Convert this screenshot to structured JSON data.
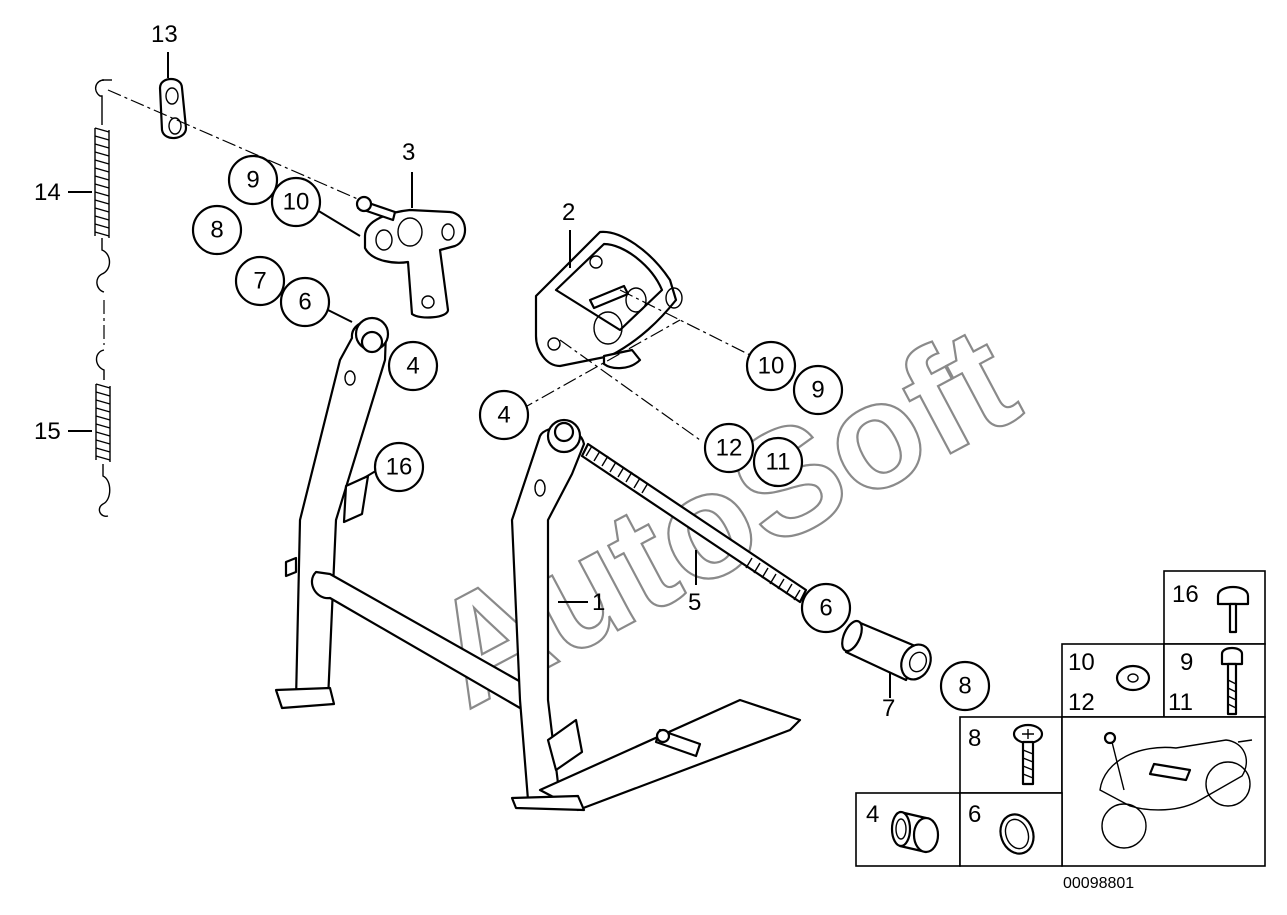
{
  "diagram": {
    "watermark": "AutoSoft",
    "catalog_number": "00098801",
    "labels": [
      {
        "id": "label-1",
        "text": "1"
      },
      {
        "id": "label-2",
        "text": "2"
      },
      {
        "id": "label-3",
        "text": "3"
      },
      {
        "id": "label-5",
        "text": "5"
      },
      {
        "id": "label-7",
        "text": "7"
      },
      {
        "id": "label-13",
        "text": "13"
      },
      {
        "id": "label-14",
        "text": "14"
      },
      {
        "id": "label-15",
        "text": "15"
      }
    ],
    "callouts": [
      {
        "id": "callout-9-top",
        "text": "9"
      },
      {
        "id": "callout-10-top",
        "text": "10"
      },
      {
        "id": "callout-8-left",
        "text": "8"
      },
      {
        "id": "callout-7-left",
        "text": "7"
      },
      {
        "id": "callout-6-left",
        "text": "6"
      },
      {
        "id": "callout-4-left",
        "text": "4"
      },
      {
        "id": "callout-16",
        "text": "16"
      },
      {
        "id": "callout-4-center",
        "text": "4"
      },
      {
        "id": "callout-10-right",
        "text": "10"
      },
      {
        "id": "callout-9-right",
        "text": "9"
      },
      {
        "id": "callout-12",
        "text": "12"
      },
      {
        "id": "callout-11",
        "text": "11"
      },
      {
        "id": "callout-6-right",
        "text": "6"
      },
      {
        "id": "callout-8-right",
        "text": "8"
      }
    ],
    "legend": [
      {
        "id": "legend-16",
        "text": "16"
      },
      {
        "id": "legend-10",
        "text": "10"
      },
      {
        "id": "legend-12",
        "text": "12"
      },
      {
        "id": "legend-9",
        "text": "9"
      },
      {
        "id": "legend-11",
        "text": "11"
      },
      {
        "id": "legend-8",
        "text": "8"
      },
      {
        "id": "legend-4",
        "text": "4"
      },
      {
        "id": "legend-6",
        "text": "6"
      }
    ]
  }
}
